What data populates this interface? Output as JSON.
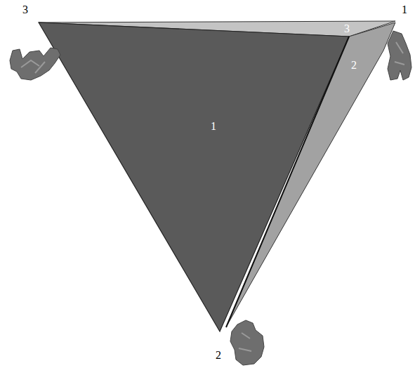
{
  "diagram": {
    "labels": [
      "3",
      "1",
      "3",
      "2",
      "1",
      "2"
    ]
  }
}
